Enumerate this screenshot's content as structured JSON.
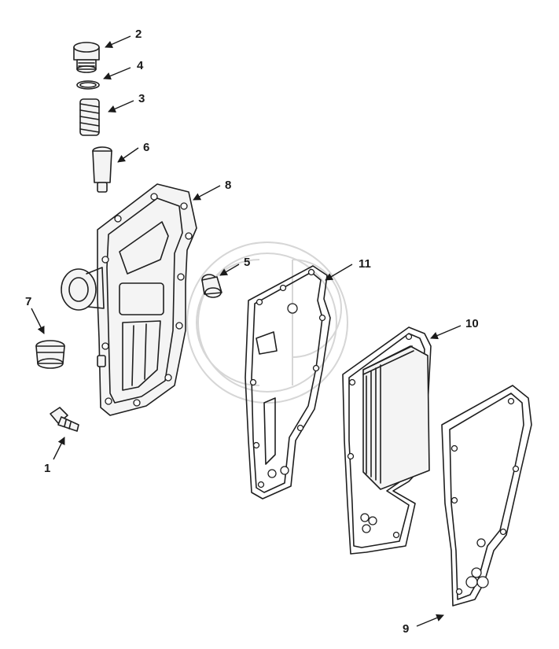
{
  "callouts": {
    "c1": "1",
    "c2": "2",
    "c3": "3",
    "c4": "4",
    "c5": "5",
    "c6": "6",
    "c7": "7",
    "c8": "8",
    "c9": "9",
    "c10": "10",
    "c11": "11"
  },
  "colors": {
    "line": "#1f1f1f",
    "watermark": "#d6d6d6",
    "background": "#ffffff"
  }
}
